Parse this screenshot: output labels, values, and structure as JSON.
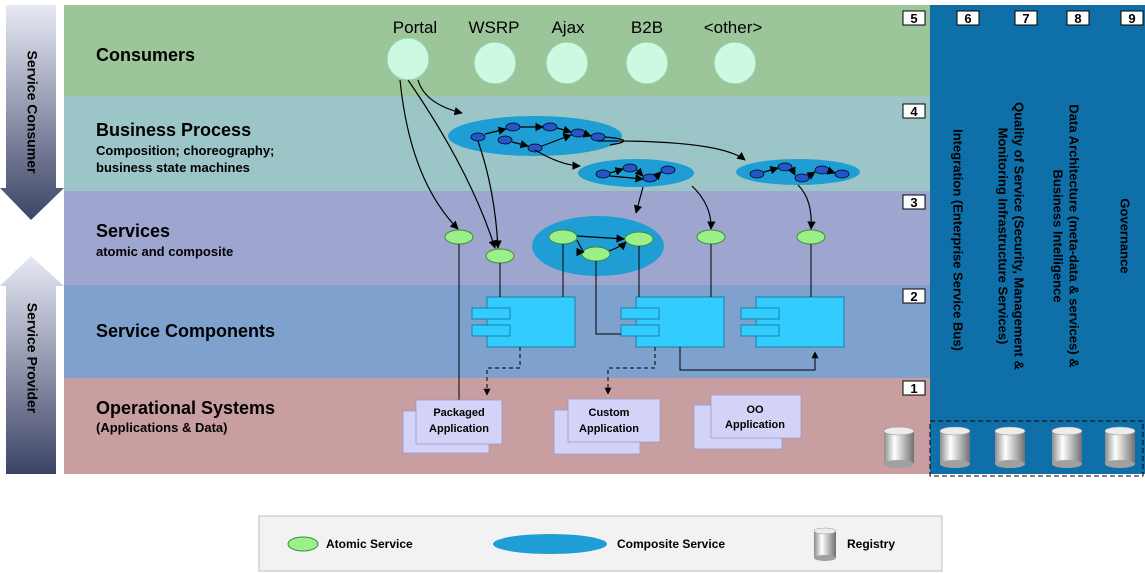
{
  "side_labels": {
    "consumer": "Service Consumer",
    "provider": "Service Provider"
  },
  "layers": [
    {
      "number": "5",
      "title": "Consumers",
      "subtitle": [],
      "color": "#9cc69a"
    },
    {
      "number": "4",
      "title": "Business Process",
      "subtitle": [
        "Composition; choreography;",
        "business state machines"
      ],
      "color": "#9cc5c8"
    },
    {
      "number": "3",
      "title": "Services",
      "subtitle": [
        "atomic and composite"
      ],
      "color": "#9ea5cf"
    },
    {
      "number": "2",
      "title": "Service Components",
      "subtitle": [],
      "color": "#7ea2cd"
    },
    {
      "number": "1",
      "title": "Operational Systems",
      "subtitle": [
        "(Applications & Data)"
      ],
      "color": "#c99ea0"
    }
  ],
  "consumers": [
    "Portal",
    "WSRP",
    "Ajax",
    "B2B",
    "<other>"
  ],
  "applications": [
    [
      "Packaged",
      "Application"
    ],
    [
      "Custom",
      "Application"
    ],
    [
      "OO",
      "Application"
    ]
  ],
  "vertical_columns": [
    {
      "number": "6",
      "lines": [
        "Integration (Enterprise Service Bus)"
      ]
    },
    {
      "number": "7",
      "lines": [
        "Quality of Service (Security, Management &",
        "Monitoring Infrastructure Services)"
      ]
    },
    {
      "number": "8",
      "lines": [
        "Data Architecture (meta-data & services) &",
        "Business Intelligence"
      ]
    },
    {
      "number": "9",
      "lines": [
        "Governance"
      ]
    }
  ],
  "legend": {
    "atomic": "Atomic Service",
    "composite": "Composite Service",
    "registry": "Registry"
  },
  "colors": {
    "right_panel": "#0f6fa8",
    "composite": "#1e9ed4",
    "atomic": "#9cf08a",
    "component": "#33ccff",
    "application": "#d3d3f7"
  }
}
